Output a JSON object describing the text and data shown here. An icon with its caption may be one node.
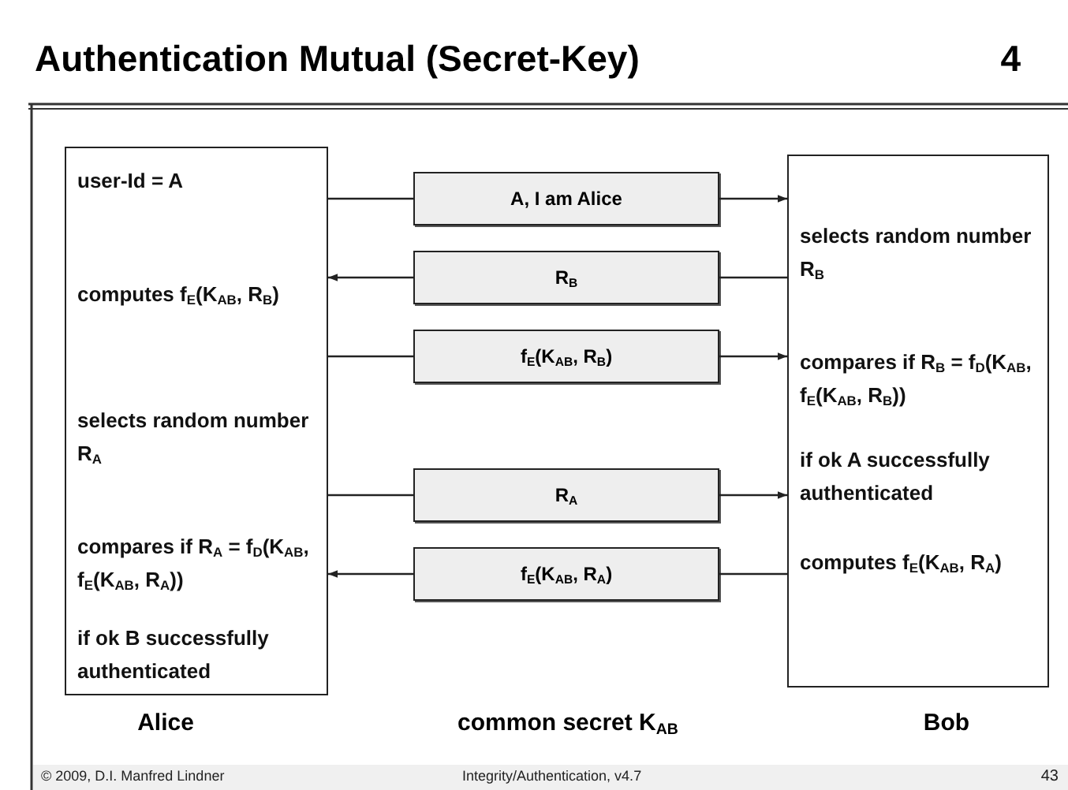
{
  "diagram": {
    "title": "Authentication Mutual (Secret-Key)",
    "nodes": [
      {
        "text": [
          "user-Id = A",
          "computes f$_{E}$(K$_{AB}$, R$_{B}$)",
          "selects random number  R$_{A}$",
          "compares if R$_{A}$ = f$_{D}$(K$_{AB}$, f$_{E}$(K$_{AB}$, R$_{A}$))",
          "if ok B successfully authenticated"
        ],
        "beside": [
          "Alice"
        ]
      },
      {
        "text": [
          "selects random number  R$_{B}$",
          "compares if R$_{B}$ = f$_{D}$(K$_{AB}$, f$_{E}$(K$_{AB}$, R$_{B}$))",
          "if ok A successfully authenticated",
          "computes f$_{E}$(K$_{AB}$, R$_{A}$)"
        ],
        "beside": [
          "Bob"
        ]
      },
      {
        "text": [
          "A, I am Alice"
        ]
      },
      {
        "text": [
          "R$_{B}$"
        ]
      },
      {
        "text": [
          "f$_{E}$(K$_{AB}$, R$_{B}$)"
        ]
      },
      {
        "text": [
          "R$_{A}$"
        ]
      },
      {
        "text": [
          "f$_{E}$(K$_{AB}$, R$_{A}$)"
        ]
      }
    ],
    "edges": [
      {
        "from": 0,
        "to": 2,
        "arrow": "none"
      },
      {
        "from": 2,
        "to": 1,
        "arrow": "to"
      },
      {
        "from": 1,
        "to": 3,
        "arrow": "none"
      },
      {
        "from": 3,
        "to": 0,
        "arrow": "to"
      },
      {
        "from": 0,
        "to": 4,
        "arrow": "none"
      },
      {
        "from": 4,
        "to": 1,
        "arrow": "to"
      },
      {
        "from": 0,
        "to": 5,
        "arrow": "none"
      },
      {
        "from": 5,
        "to": 1,
        "arrow": "to"
      },
      {
        "from": 1,
        "to": 6,
        "arrow": "none"
      },
      {
        "from": 6,
        "to": 0,
        "arrow": "to"
      }
    ],
    "labels": [
      "4",
      "common secret K$_{AB}$",
      "© 2009, D.I. Manfred Lindner",
      "Integrity/Authentication, v4.7",
      "43"
    ]
  }
}
